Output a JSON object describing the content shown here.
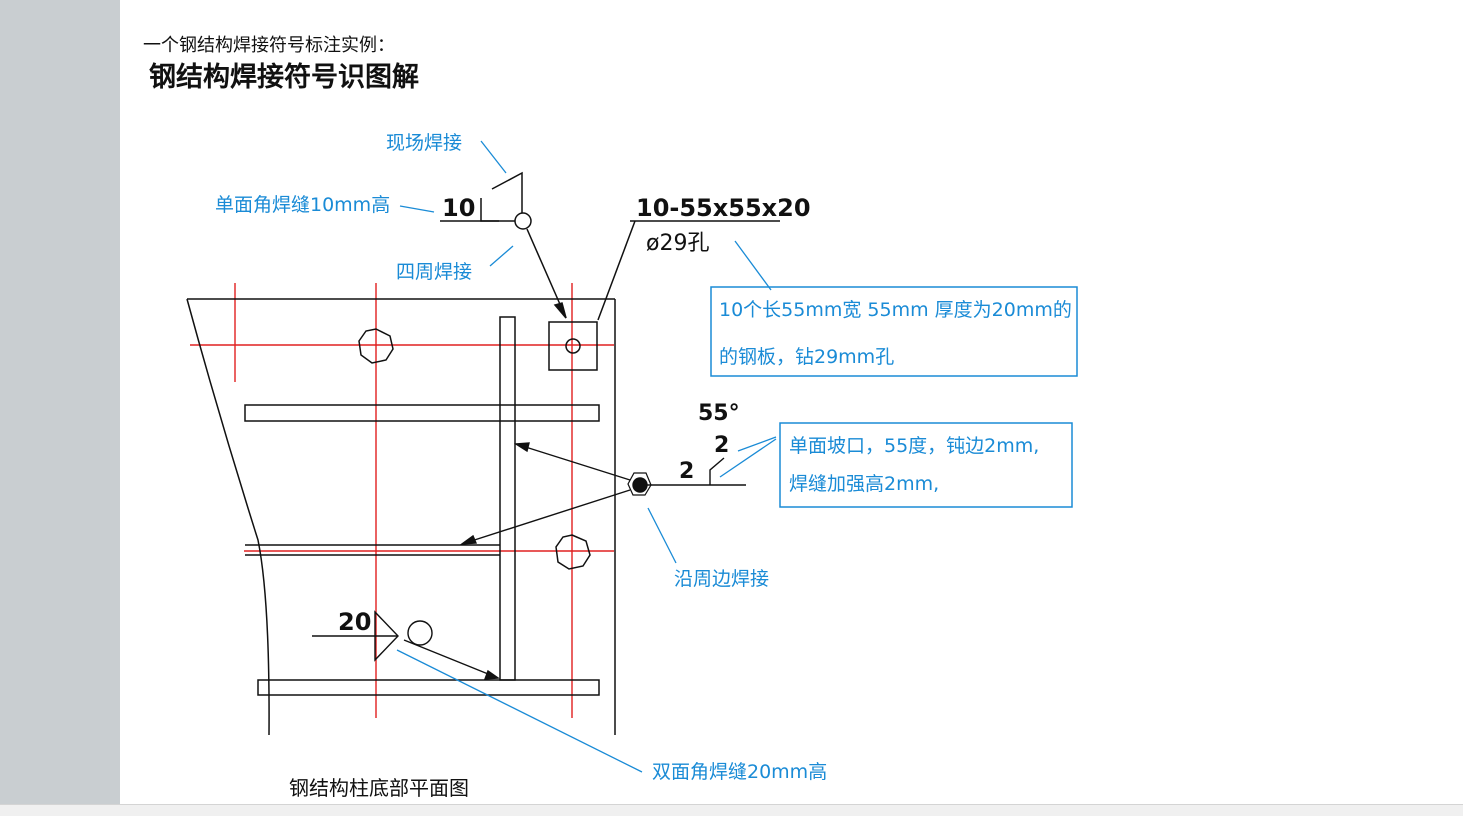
{
  "page": {
    "intro_text": "一个钢结构焊接符号标注实例：",
    "figure_title": "钢结构焊接符号识图解"
  },
  "drawing": {
    "annotations": {
      "field_weld": "现场焊接",
      "single_fillet": "单面角焊缝10mm高",
      "all_around": "四周焊接",
      "plate_note_line1": "10个长55mm宽 55mm 厚度为20mm的",
      "plate_note_line2": "的钢板，钻29mm孔",
      "bevel_note_line1": "单面坡口，55度，钝边2mm,",
      "bevel_note_line2": "焊缝加强高2mm,",
      "perimeter_weld": "沿周边焊接",
      "double_fillet": "双面角焊缝20mm高"
    },
    "symbols": {
      "fillet_size": "10",
      "plate_spec": "10-55x55x20",
      "hole_spec": "ø29孔",
      "bevel_angle": "55°",
      "reinforcement": "2",
      "root_face": "2",
      "double_fillet_size": "20"
    },
    "caption": "钢结构柱底部平面图",
    "colors": {
      "annotation": "#1a8bd6",
      "axis_lines": "#e02020",
      "linework": "#111111"
    }
  }
}
